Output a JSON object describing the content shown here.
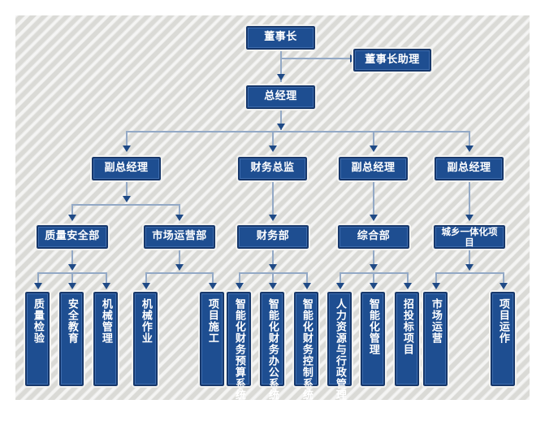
{
  "chart": {
    "type": "org-chart",
    "title": "",
    "background_color": "#e8e8e6",
    "node_fill_color": "#1e4e91",
    "node_border_color": "#16376b",
    "node_text_color": "#ffffff",
    "connector_color": "#93a9c6",
    "arrow_color": "#1f4a86"
  },
  "nodes": {
    "chairman": "董事长",
    "chairman_assistant": "董事长助理",
    "general_manager": "总经理",
    "deputy_gm_1": "副总经理",
    "finance_director": "财务总监",
    "deputy_gm_2": "副总经理",
    "deputy_gm_3": "副总经理",
    "dept_quality_safety": "质量安全部",
    "dept_market_operations": "市场运营部",
    "dept_finance": "财务部",
    "dept_general_affairs": "综合部",
    "dept_urban_rural": "城乡一体化项目",
    "leaf_quality_inspection": "质量检验",
    "leaf_safety_education": "安全教育",
    "leaf_machinery_management": "机械管理",
    "leaf_machinery_operation": "机械作业",
    "leaf_project_construction": "项目施工",
    "leaf_fin_budget_system": "智能化财务预算系统",
    "leaf_fin_office_system": "智能化财务办公系统",
    "leaf_fin_control_system": "智能化财务控制系统",
    "leaf_hr_admin": "人力资源与行政管理",
    "leaf_smart_management": "智能化管理",
    "leaf_bidding_project": "招投标项目",
    "leaf_market_operation": "市场运营",
    "leaf_project_operation": "项目运作"
  }
}
